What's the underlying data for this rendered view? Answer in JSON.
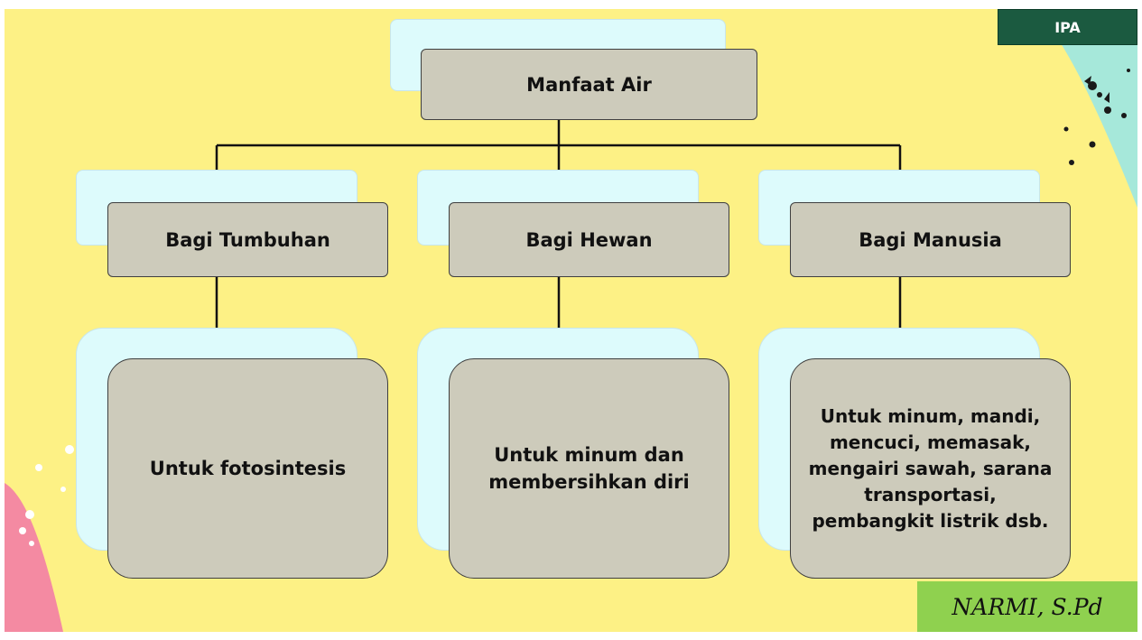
{
  "badge": {
    "label": "IPA"
  },
  "root": {
    "label": "Manfaat Air"
  },
  "branches": [
    {
      "heading": "Bagi Tumbuhan",
      "detail": "Untuk fotosintesis"
    },
    {
      "heading": "Bagi Hewan",
      "detail": "Untuk minum dan membersihkan diri"
    },
    {
      "heading": "Bagi Manusia",
      "detail": "Untuk minum, mandi, mencuci, memasak, mengairi sawah, sarana transportasi, pembangkit listrik dsb."
    }
  ],
  "author": {
    "name": "NARMI, S.Pd"
  },
  "colors": {
    "background": "#fdf185",
    "box_front": "#cdcbbb",
    "box_back": "#ddfbfc",
    "badge": "#1b5a40",
    "author_box": "#8fd14f",
    "accent_teal": "#a6e8da",
    "accent_pink": "#f48aa2"
  }
}
